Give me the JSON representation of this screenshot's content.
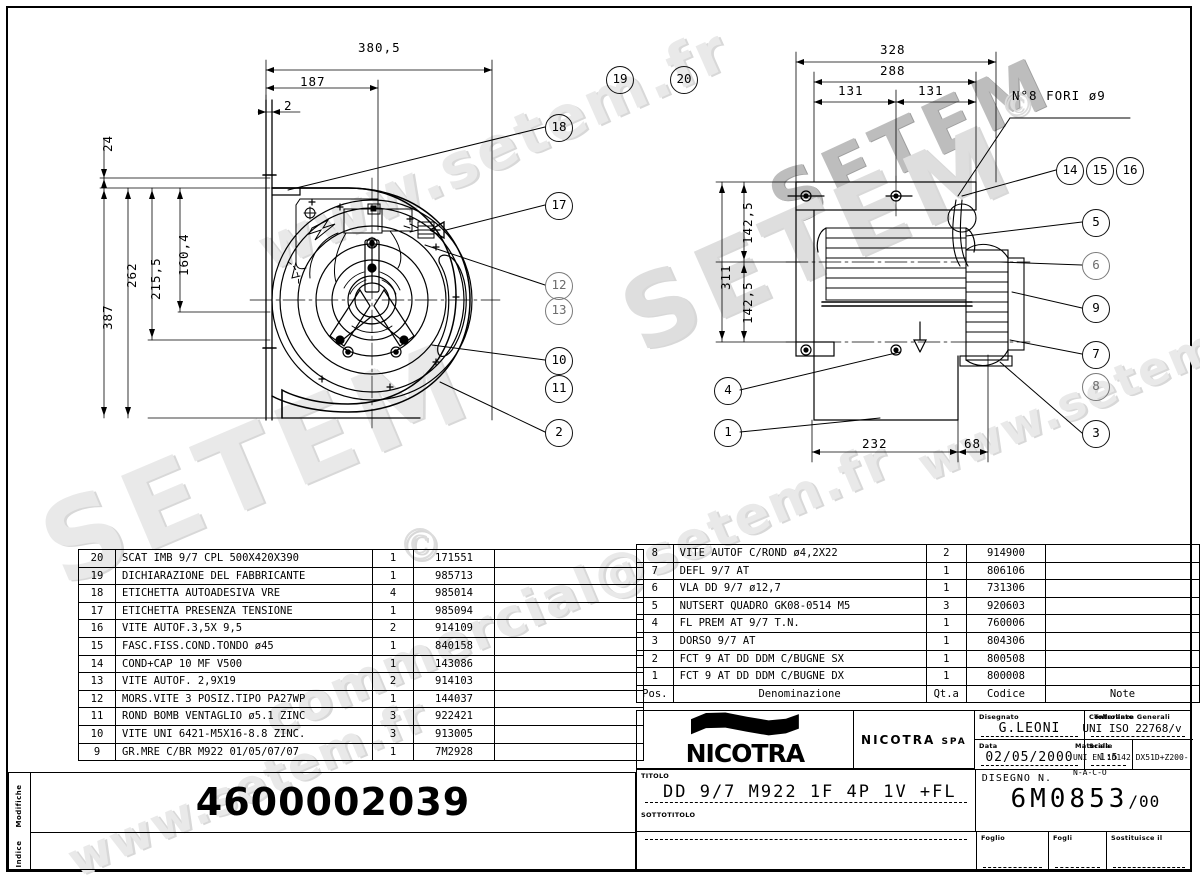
{
  "sheet": {
    "big_number": "4600002039",
    "left_tabs": [
      "Modifiche",
      "Indice"
    ]
  },
  "watermark": {
    "site": "www.setem.fr",
    "brand": "SETEM",
    "email": "commercial@setem.fr",
    "copyright": "©"
  },
  "views": {
    "front": {
      "dims_h": [
        "380,5",
        "187",
        "2"
      ],
      "dims_v": [
        "24",
        "262",
        "215,5",
        "160,4",
        "387"
      ],
      "balloons": [
        "18",
        "17",
        "12",
        "13",
        "10",
        "11",
        "2"
      ]
    },
    "side": {
      "dims_h": [
        "328",
        "288",
        "131",
        "131",
        "232",
        "68"
      ],
      "dims_v": [
        "142,5",
        "311",
        "142,5"
      ],
      "note": "N°8 FORI ø9",
      "balloons_right": [
        "14",
        "15",
        "16",
        "5",
        "6",
        "9",
        "7",
        "8",
        "3"
      ],
      "balloons_left": [
        "4",
        "1"
      ]
    },
    "top_balloons": [
      "19",
      "20"
    ]
  },
  "parts_table": {
    "headers": [
      "Pos.",
      "Denominazione",
      "Qt.a",
      "Codice",
      "Note"
    ],
    "left_rows": [
      {
        "pos": "20",
        "den": "SCAT IMB 9/7 CPL 500X420X390",
        "qta": "1",
        "cod": "171551",
        "note": ""
      },
      {
        "pos": "19",
        "den": "DICHIARAZIONE DEL FABBRICANTE",
        "qta": "1",
        "cod": "985713",
        "note": ""
      },
      {
        "pos": "18",
        "den": "ETICHETTA AUTOADESIVA VRE",
        "qta": "4",
        "cod": "985014",
        "note": ""
      },
      {
        "pos": "17",
        "den": "ETICHETTA PRESENZA TENSIONE",
        "qta": "1",
        "cod": "985094",
        "note": ""
      },
      {
        "pos": "16",
        "den": "VITE AUTOF.3,5X 9,5",
        "qta": "2",
        "cod": "914109",
        "note": ""
      },
      {
        "pos": "15",
        "den": "FASC.FISS.COND.TONDO ø45",
        "qta": "1",
        "cod": "840158",
        "note": ""
      },
      {
        "pos": "14",
        "den": "COND+CAP 10  MF V500",
        "qta": "1",
        "cod": "143086",
        "note": ""
      },
      {
        "pos": "13",
        "den": "VITE AUTOF. 2,9X19",
        "qta": "2",
        "cod": "914103",
        "note": ""
      },
      {
        "pos": "12",
        "den": "MORS.VITE 3 POSIZ.TIPO PA27WP",
        "qta": "1",
        "cod": "144037",
        "note": ""
      },
      {
        "pos": "11",
        "den": "ROND BOMB VENTAGLIO ø5.1 ZINC",
        "qta": "3",
        "cod": "922421",
        "note": ""
      },
      {
        "pos": "10",
        "den": "VITE UNI 6421-M5X16-8.8 ZINC.",
        "qta": "3",
        "cod": "913005",
        "note": ""
      },
      {
        "pos": "9",
        "den": "GR.MRE C/BR M922 01/05/07/07",
        "qta": "1",
        "cod": "7M2928",
        "note": ""
      }
    ],
    "right_rows": [
      {
        "pos": "8",
        "den": "VITE AUTOF C/ROND ø4,2X22",
        "qta": "2",
        "cod": "914900",
        "note": ""
      },
      {
        "pos": "7",
        "den": "DEFL 9/7 AT",
        "qta": "1",
        "cod": "806106",
        "note": ""
      },
      {
        "pos": "6",
        "den": "VLA DD 9/7 ø12,7",
        "qta": "1",
        "cod": "731306",
        "note": ""
      },
      {
        "pos": "5",
        "den": "NUTSERT QUADRO GK08-0514 M5",
        "qta": "3",
        "cod": "920603",
        "note": ""
      },
      {
        "pos": "4",
        "den": "FL PREM AT 9/7 T.N.",
        "qta": "1",
        "cod": "760006",
        "note": ""
      },
      {
        "pos": "3",
        "den": "DORSO 9/7 AT",
        "qta": "1",
        "cod": "804306",
        "note": ""
      },
      {
        "pos": "2",
        "den": "FCT 9 AT DD DDM C/BUGNE SX",
        "qta": "1",
        "cod": "800508",
        "note": ""
      },
      {
        "pos": "1",
        "den": "FCT 9 AT DD DDM C/BUGNE DX",
        "qta": "1",
        "cod": "800008",
        "note": ""
      }
    ]
  },
  "title_block": {
    "company": "NICOTRA",
    "company_line": "NICOTRA",
    "company_suffix": "SPA",
    "disegnato_label": "Disegnato",
    "disegnato_value": "G.LEONI",
    "controllato_label": "Controllato",
    "controllato_value": "",
    "tolleranze_label": "Tolleranze Generali",
    "tolleranze_value": "UNI ISO 22768/v",
    "data_label": "Data",
    "data_value": "02/05/2000",
    "scala_label": "Scala",
    "scala_value": "1:5",
    "materiale_label": "Materiale",
    "materiale_value": "UNI EN 10142 DX51D+Z200-N-A-C-O",
    "titolo_label": "TITOLO",
    "titolo_value": "DD 9/7 M922 1F 4P 1V +FL",
    "sottotitolo_label": "SOTTOTITOLO",
    "sottotitolo_value": "",
    "disegno_n_label": "DISEGNO N.",
    "disegno_n_value": "6M0853",
    "disegno_n_suffix": "/00",
    "foglio_label": "Foglio",
    "fogli_label": "Fogli",
    "sostituisce_label": "Sostituisce il"
  }
}
